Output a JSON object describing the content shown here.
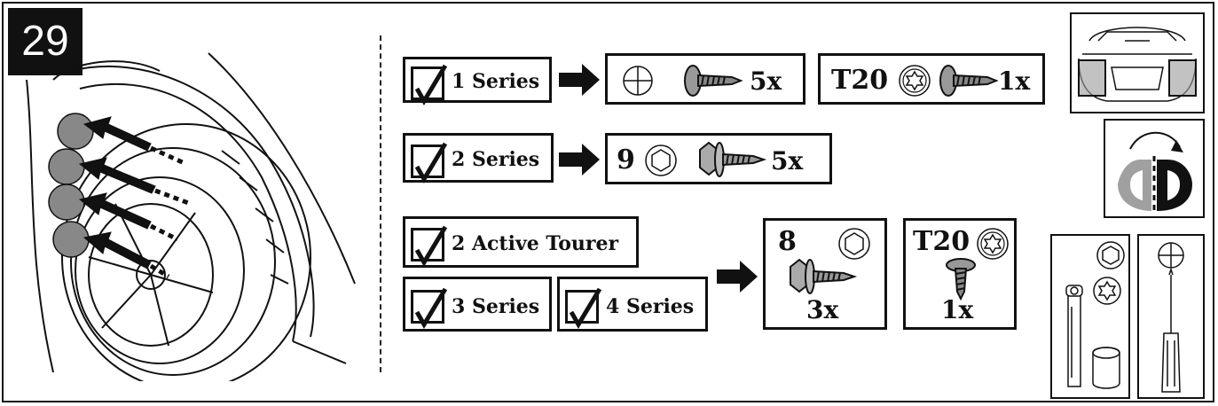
{
  "step_number": "29",
  "models": {
    "series1": "1 Series",
    "series2": "2 Series",
    "active_tourer": "2 Active Tourer",
    "series3": "3 Series",
    "series4": "4 Series"
  },
  "fasteners": {
    "series1_phillips_qty": "5x",
    "series1_torx_label": "T20",
    "series1_torx_qty": "1x",
    "series2_hex_size": "9",
    "series2_hex_qty": "5x",
    "group3_hex_size": "8",
    "group3_hex_qty": "3x",
    "group3_torx_label": "T20",
    "group3_torx_qty": "1x"
  },
  "icons": [
    "phillips-icon",
    "torx-icon",
    "hex-icon",
    "screw-icon",
    "arrow-right-icon",
    "checkmark-icon",
    "rotate-icon",
    "socket-wrench-icon",
    "screwdriver-icon",
    "car-rear-icon",
    "wheel-arch-icon"
  ],
  "colors": {
    "ink": "#111111",
    "highlight_grey": "#888888",
    "light_grey": "#a0a0a0"
  }
}
